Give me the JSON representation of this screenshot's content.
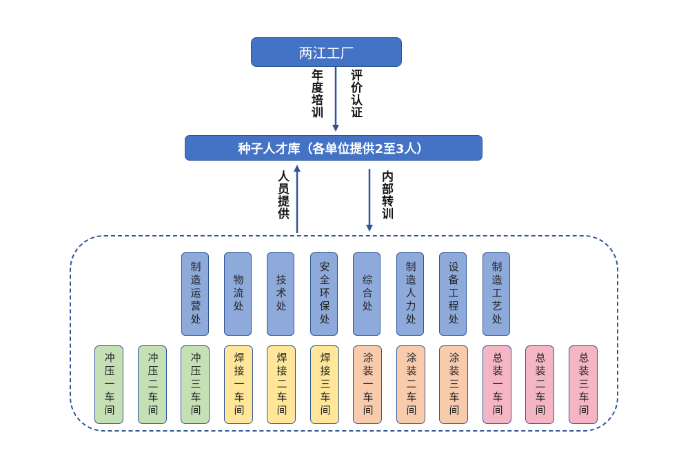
{
  "top": {
    "title": "两江工厂"
  },
  "pool": {
    "title": "种子人才库（各单位提供2至3人）"
  },
  "flows": {
    "left_top": "年度培训",
    "right_top": "评价认证",
    "left_bottom": "人员提供",
    "right_bottom": "内部转训"
  },
  "departments": [
    "制造运营处",
    "物流处",
    "技术处",
    "安全环保处",
    "综合处",
    "制造人力处",
    "设备工程处",
    "制造工艺处"
  ],
  "workshops": [
    "冲压一车间",
    "冲压二车间",
    "冲压三车间",
    "焊接一车间",
    "焊接二车间",
    "焊接三车间",
    "涂装一车间",
    "涂装二车间",
    "涂装三车间",
    "总装一车间",
    "总装二车间",
    "总装三车间"
  ],
  "colors": {
    "header_blue": "#4472c4",
    "border_blue": "#2f5597",
    "dept_blue": "#8eaadb",
    "stamping_green": "#c5e0b4",
    "welding_yellow": "#ffe699",
    "painting_orange": "#f8cbad",
    "assembly_pink": "#f4b6c2"
  }
}
